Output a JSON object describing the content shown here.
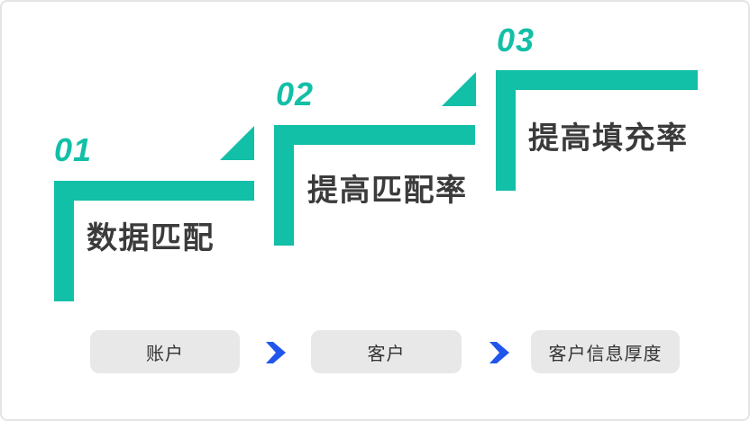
{
  "colors": {
    "teal": "#12bfa7",
    "blue": "#2156ec",
    "box_bg": "#e8e8e8",
    "title_text": "#3b3b3b",
    "box_text": "#333333",
    "canvas_border": "#e4e4e4",
    "background": "#ffffff"
  },
  "steps": [
    {
      "number": "01",
      "title": "数据匹配"
    },
    {
      "number": "02",
      "title": "提高匹配率"
    },
    {
      "number": "03",
      "title": "提高填充率"
    }
  ],
  "flow": {
    "items": [
      {
        "label": "账户"
      },
      {
        "label": "客户"
      },
      {
        "label": "客户信息厚度"
      }
    ],
    "arrow_icon": "chevron-right"
  }
}
